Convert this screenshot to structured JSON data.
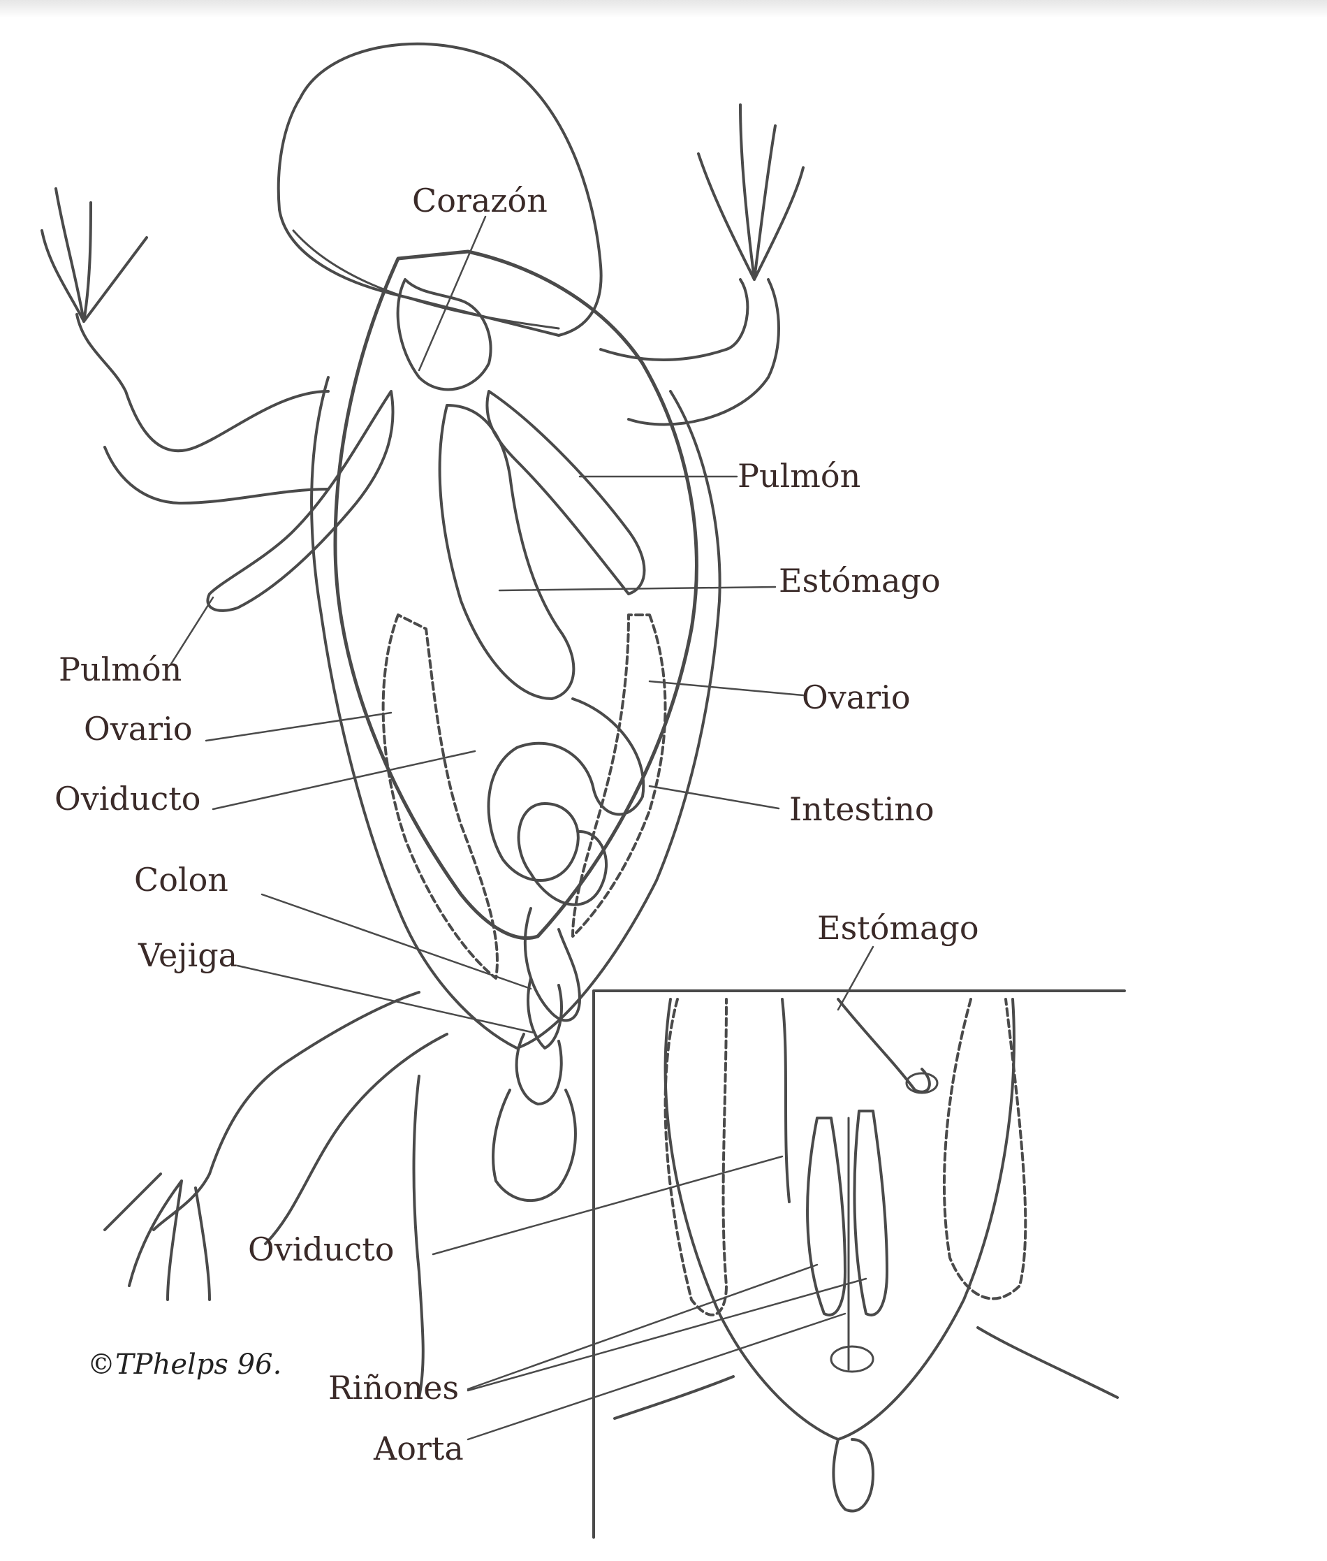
{
  "labels": {
    "corazon": "Corazón",
    "pulmon_right": "Pulmón",
    "estomago_main": "Estómago",
    "pulmon_left": "Pulmón",
    "ovario_left": "Ovario",
    "ovario_right": "Ovario",
    "oviducto_left": "Oviducto",
    "intestino": "Intestino",
    "colon": "Colon",
    "vejiga": "Vejiga",
    "estomago_inset": "Estómago",
    "oviducto_inset": "Oviducto",
    "rinones": "Riñones",
    "aorta": "Aorta"
  },
  "signature": "©TPhelps 96.",
  "colors": {
    "line": "#4a4a4a",
    "label": "#3a2a28",
    "background": "#ffffff"
  }
}
